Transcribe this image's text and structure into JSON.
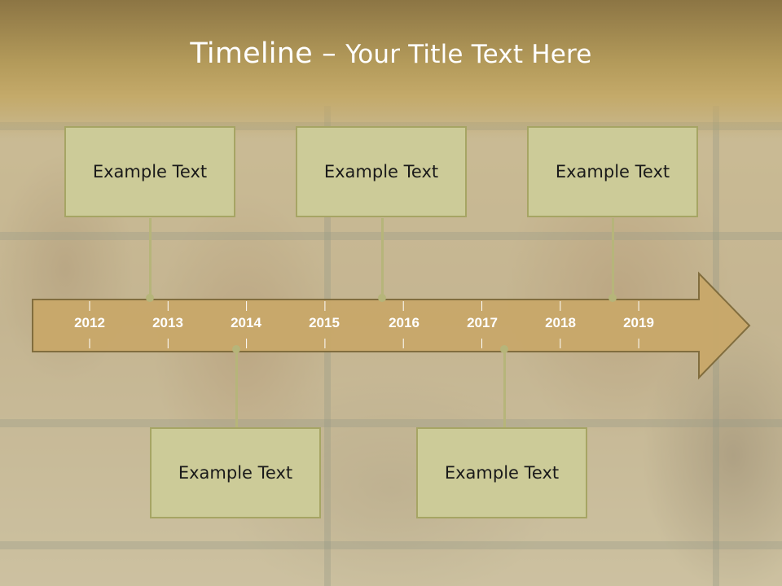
{
  "title": {
    "main": "Timeline",
    "dash": " – ",
    "sub": "Your Title Text Here"
  },
  "timeline": {
    "years": [
      "2012",
      "2013",
      "2014",
      "2015",
      "2016",
      "2017",
      "2018",
      "2019"
    ]
  },
  "events_top": [
    {
      "text": "Example Text"
    },
    {
      "text": "Example Text"
    },
    {
      "text": "Example Text"
    }
  ],
  "events_bottom": [
    {
      "text": "Example Text"
    },
    {
      "text": "Example Text"
    }
  ],
  "colors": {
    "arrow_fill": "#c9a86a",
    "arrow_stroke": "#7e6a3a",
    "box_fill": "#cccb98",
    "box_border": "#a6a564",
    "title_band": "#b39a5a"
  }
}
